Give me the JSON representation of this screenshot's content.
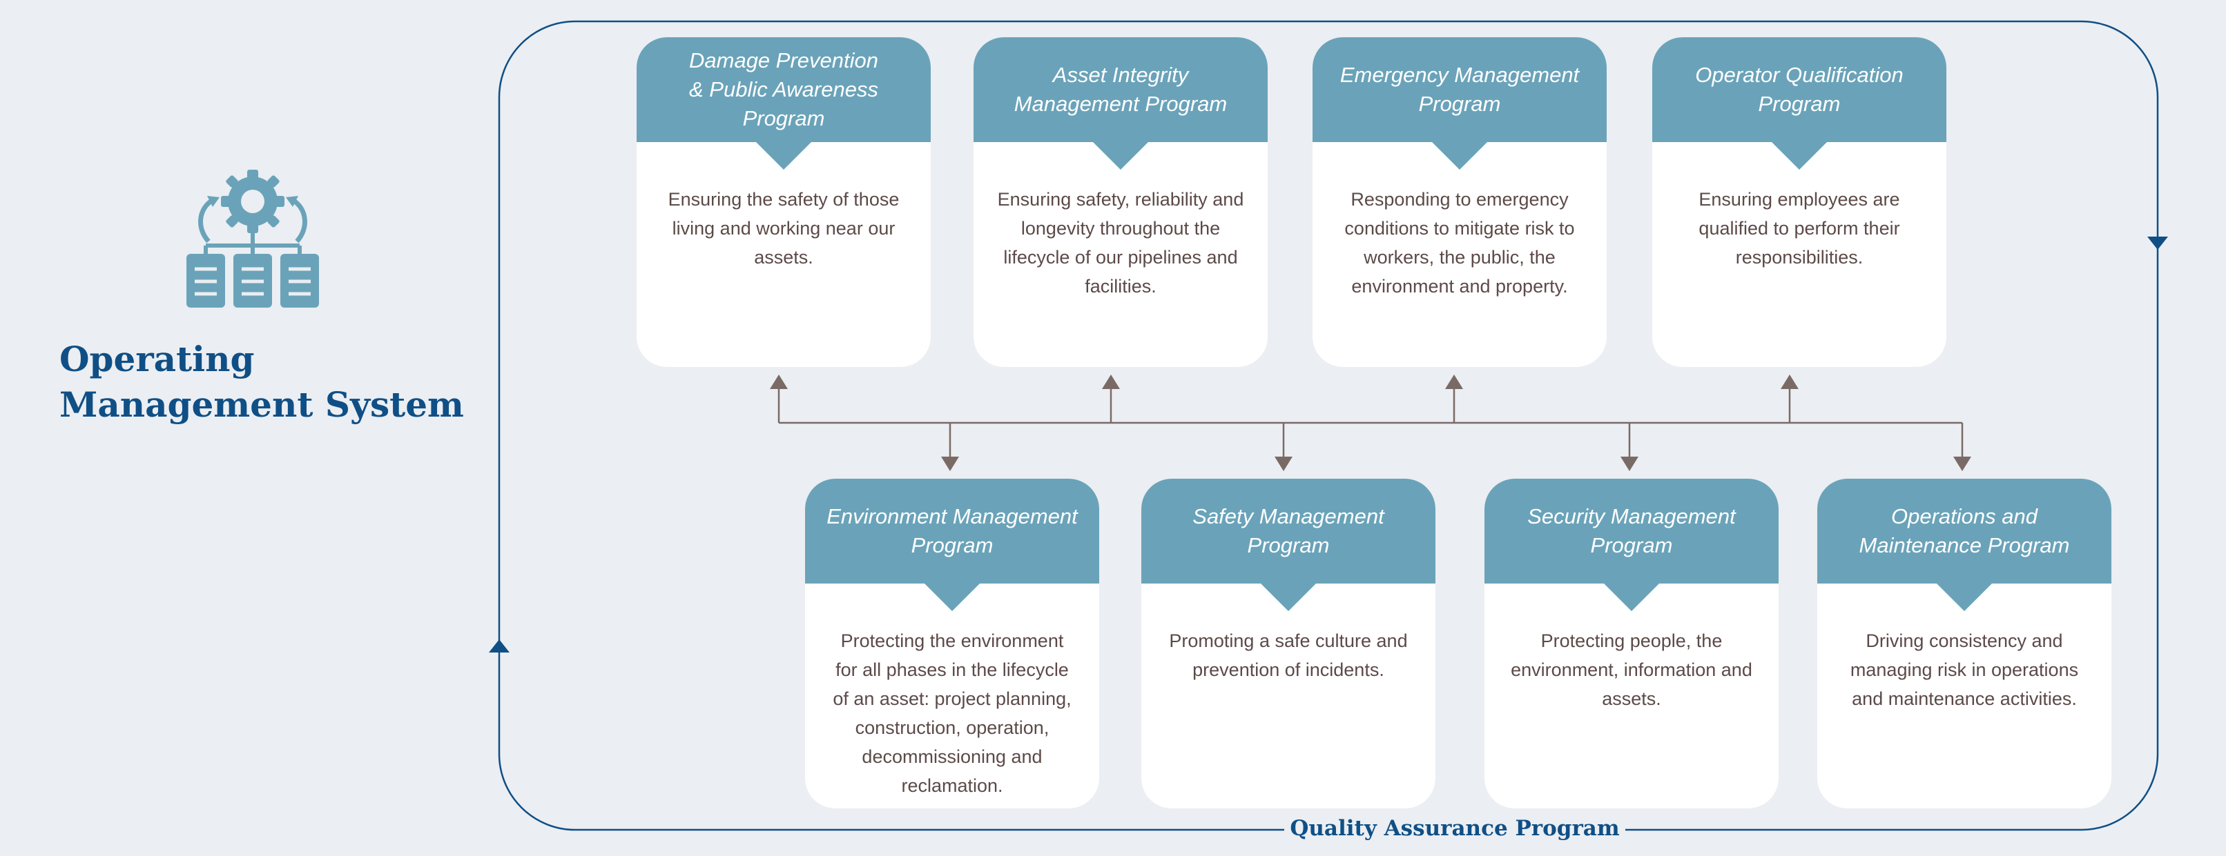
{
  "title": "Operating Management System",
  "frame_label": "Quality Assurance Program",
  "icons": {
    "logo": "gear-with-documents-icon"
  },
  "colors": {
    "header_fill": "#6aa3b9",
    "title_text": "#0f4f86",
    "connector": "#7a6a66",
    "frame": "#0f4f86"
  },
  "programs_top": [
    {
      "title": "Damage Prevention\n& Public Awareness\nProgram",
      "description": "Ensuring the safety of those living and working near our assets."
    },
    {
      "title": "Asset Integrity\nManagement Program",
      "description": "Ensuring safety, reliability and longevity throughout the lifecycle of our pipelines and facilities."
    },
    {
      "title": "Emergency Management\nProgram",
      "description": "Responding to emergency conditions to mitigate risk to workers, the public, the environment and property."
    },
    {
      "title": "Operator Qualification\nProgram",
      "description": "Ensuring employees are qualified to perform their responsibilities."
    }
  ],
  "programs_bottom": [
    {
      "title": "Environment Management\nProgram",
      "description": "Protecting the environment for all phases in the lifecycle of an asset: project planning, construction, operation, decommissioning and reclamation."
    },
    {
      "title": "Safety Management\nProgram",
      "description": "Promoting a safe culture and prevention of incidents."
    },
    {
      "title": "Security Management\nProgram",
      "description": "Protecting people, the environment, information and assets."
    },
    {
      "title": "Operations and\nMaintenance Program",
      "description": "Driving consistency and managing risk in operations and maintenance activities."
    }
  ]
}
